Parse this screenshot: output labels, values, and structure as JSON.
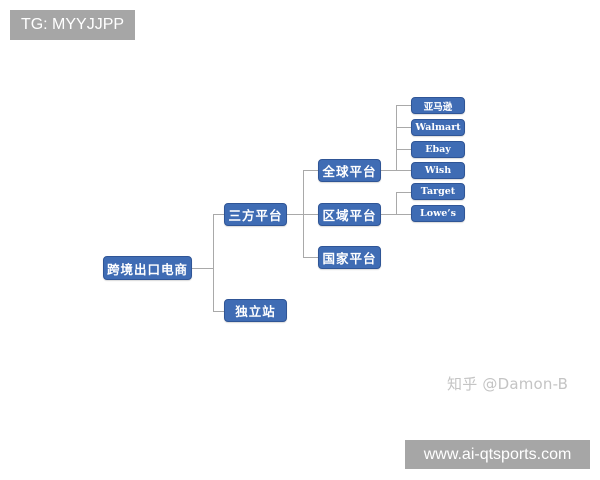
{
  "overlays": {
    "top_badge": "TG: MYYJJPP",
    "bottom_badge": "www.ai-qtsports.com",
    "watermark": "知乎 @Damon-B"
  },
  "diagram": {
    "type": "tree",
    "root": {
      "label": "跨境出口电商",
      "children": [
        {
          "label": "三方平台",
          "children": [
            {
              "label": "全球平台",
              "children": [
                {
                  "label": "亚马逊"
                },
                {
                  "label": "Walmart"
                },
                {
                  "label": "Ebay"
                },
                {
                  "label": "Wish"
                }
              ]
            },
            {
              "label": "区域平台",
              "children": [
                {
                  "label": "Target"
                },
                {
                  "label": "Lowe’s"
                }
              ]
            },
            {
              "label": "国家平台"
            }
          ]
        },
        {
          "label": "独立站"
        }
      ]
    },
    "colors": {
      "node_fill": "#3f6cb4",
      "node_border": "#2f5596",
      "node_text": "#ffffff",
      "connector": "#a9a9a9"
    }
  }
}
